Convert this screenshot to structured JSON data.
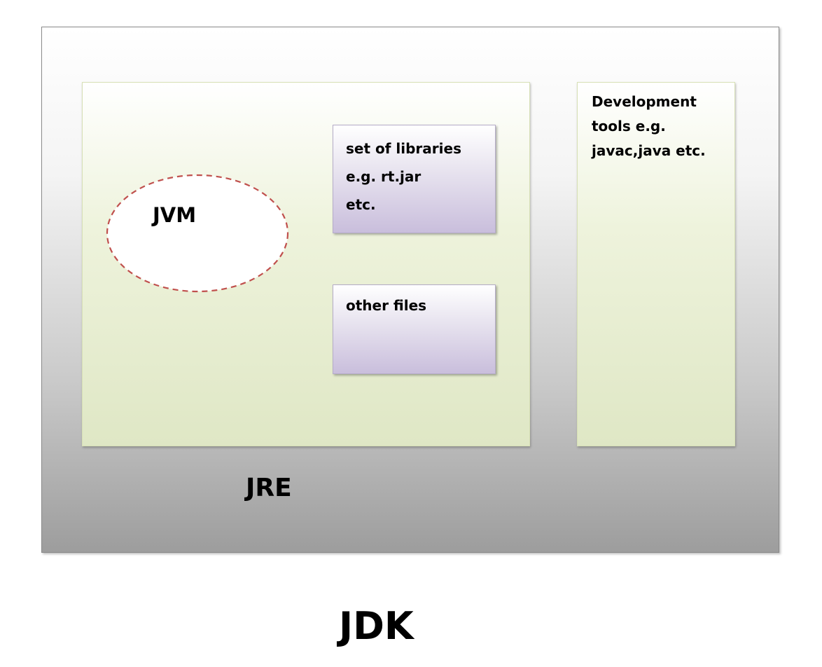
{
  "jdk": {
    "label": "JDK"
  },
  "jre": {
    "label": "JRE"
  },
  "jvm": {
    "label": "JVM"
  },
  "libraries": {
    "text": "set of libraries\ne.g. rt.jar\netc."
  },
  "other_files": {
    "text": "other files"
  },
  "dev_tools": {
    "text": "Development\ntools e.g.\njavac,java etc."
  },
  "colors": {
    "jvm_dashed_border": "#c0504d",
    "jre_fill": "#dfe7c5",
    "library_fill": "#c9bedc",
    "jdk_fill": "#9d9d9d"
  }
}
